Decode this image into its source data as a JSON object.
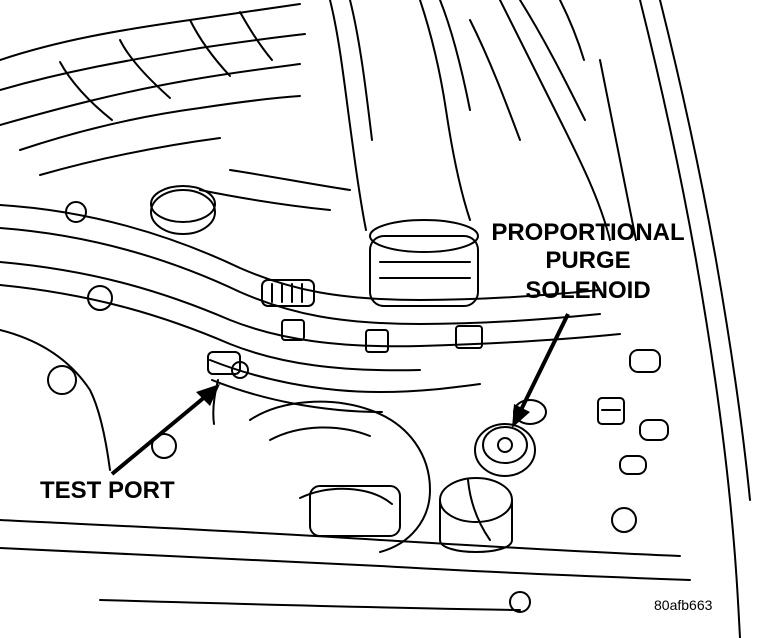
{
  "labels": {
    "solenoid_line1": "PROPORTIONAL",
    "solenoid_line2": "PURGE",
    "solenoid_line3": "SOLENOID",
    "test_port": "TEST PORT"
  },
  "figure_ref": "80afb663",
  "colors": {
    "ink": "#000000",
    "paper": "#ffffff"
  }
}
